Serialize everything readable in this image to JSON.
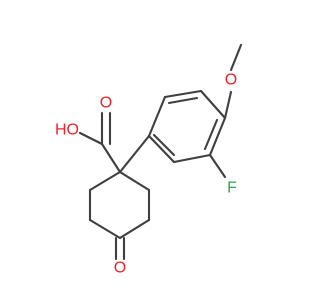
{
  "molecule": {
    "atoms": {
      "carboxyl_hydroxyl": "HO",
      "carboxyl_oxygen": "O",
      "methoxy_oxygen": "O",
      "fluorine": "F",
      "ketone_oxygen": "O"
    },
    "colors": {
      "bond": "#3f3f3f",
      "oxygen": "#e8242b",
      "fluorine": "#2ea84a"
    }
  }
}
